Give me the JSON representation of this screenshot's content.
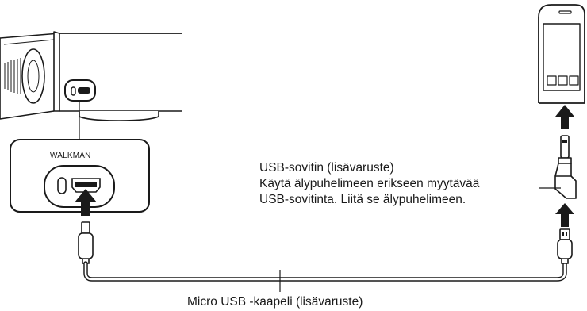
{
  "labels": {
    "walkman": "WALKMAN",
    "adapter_line1": "USB-sovitin (lisävaruste)",
    "adapter_line2": "Käytä älypuhelimeen erikseen myytävää",
    "adapter_line3": "USB-sovitinta. Liitä se älypuhelimeen.",
    "cable": "Micro USB -kaapeli (lisävaruste)"
  },
  "colors": {
    "line": "#1a1a1a",
    "fill": "#ffffff",
    "port": "#000000"
  }
}
